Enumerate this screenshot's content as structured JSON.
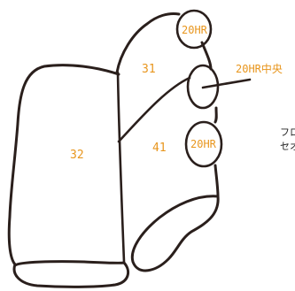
{
  "colors": {
    "outline": "#2a1f1c",
    "label": "#e8961e",
    "note": "#222222",
    "background": "#ffffff"
  },
  "zones": {
    "z31": "31",
    "z32": "32",
    "z41": "41"
  },
  "sensors": {
    "top": "20HR",
    "center": "",
    "bottom": "20HR"
  },
  "callout": {
    "label": "20HR中央"
  },
  "note": {
    "line1": "フロ",
    "line2": "セオ"
  }
}
